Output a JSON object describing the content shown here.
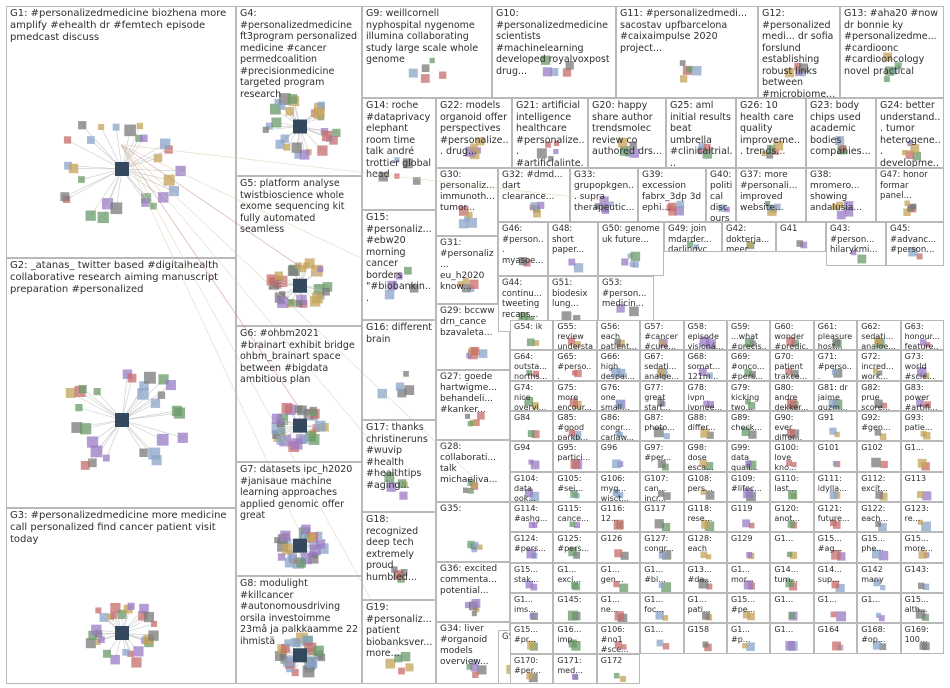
{
  "groups": [
    {
      "id": "G1",
      "text": "G1: #personalizedmedicine biozhena more amplify #ehealth dr #femtech episode pmedcast discuss"
    },
    {
      "id": "G2",
      "text": "G2: _atanas_ twitter based #digitalhealth collaborative research aiming manuscript preparation #personalized"
    },
    {
      "id": "G3",
      "text": "G3: #personalizedmedicine more medicine call personalized find cancer patient visit today"
    },
    {
      "id": "G4",
      "text": "G4: #personalizedmedicine ft3program personalized medicine #cancer permedcoalition #precisionmedicine targeted program research"
    },
    {
      "id": "G5",
      "text": "G5: platform analyse twistbioscience whole exome sequencing kit fully automated seamless"
    },
    {
      "id": "G6",
      "text": "G6: #ohbm2021 #brainart exhibit bridge ohbm_brainart space between #bigdata ambitious plan"
    },
    {
      "id": "G7",
      "text": "G7: datasets ipc_h2020 #janisaue machine learning approaches applied genomic offer great"
    },
    {
      "id": "G8",
      "text": "G8: modulight #killcancer #autonomousdriving orsila investoimme 23mâ ja palkkaamme 22 ihmistä"
    },
    {
      "id": "G9",
      "text": "G9: weillcornell nyphospital nygenome illumina collaborating study large scale whole genome"
    },
    {
      "id": "G10",
      "text": "G10: #personalizedmedicine scientists #machinelearning developed royalvoxpost drug..."
    },
    {
      "id": "G11",
      "text": "G11: #personalizedmedi... sacostav upfbarcelona #caixaimpulse 2020 project..."
    },
    {
      "id": "G12",
      "text": "G12: #personalizedmedi... dr sofia forslund establishing robust links between #microbiome..."
    },
    {
      "id": "G13",
      "text": "G13: #aha20 #now dr bonnie ky #personalizedme... #cardioonc #cardiooncology novel practical"
    },
    {
      "id": "G14",
      "text": "G14: roche #dataprivacy elephant room time talk andré trottier global head"
    },
    {
      "id": "G15",
      "text": "G15: #personaliz... #ebw20 morning cancer borders \"#biobankin..."
    },
    {
      "id": "G16",
      "text": "G16: different brain"
    },
    {
      "id": "G17",
      "text": "G17: thanks christineruns #wuvip #health #healthtips #aging..."
    },
    {
      "id": "G18",
      "text": "G18: recognized deep tech extremely proud humbled..."
    },
    {
      "id": "G19",
      "text": "G19: #personaliz... patient biobanksver... more..."
    },
    {
      "id": "G20",
      "text": "G20: happy share author trendsmolec review co authored drs..."
    },
    {
      "id": "G21",
      "text": "G21: artificial intelligence healthcare #personalize... #artificialinte..."
    },
    {
      "id": "G22",
      "text": "G22: models organoid offer perspectives #personalize... drug..."
    },
    {
      "id": "G23",
      "text": "G23: body chips used academic bodies companies..."
    },
    {
      "id": "G24",
      "text": "G24: better understand... tumor heterogene... developme..."
    },
    {
      "id": "G25",
      "text": "G25: aml initial results beat umbrella #clinicaltrial..."
    },
    {
      "id": "G26",
      "text": "G26: 10 health care quality improveme... trends..."
    },
    {
      "id": "G27",
      "text": "G27: goede hartwigme... behandeli... #kanker..."
    },
    {
      "id": "G28",
      "text": "G28: collaborati... talk michaeliva..."
    },
    {
      "id": "G29",
      "text": "G29: bccww drn_cance bzavaleta..."
    },
    {
      "id": "G30",
      "text": "G30: personaliz... immunoth... tumor..."
    },
    {
      "id": "G31",
      "text": "G31: #personaliz... eu_h2020 know..."
    },
    {
      "id": "G32",
      "text": "G32: #dmd... dart clearance..."
    },
    {
      "id": "G33",
      "text": "G33: grupopkgen... supra therapeutic..."
    },
    {
      "id": "G34",
      "text": "G34: liver #organoid models overview..."
    },
    {
      "id": "G35",
      "text": "G35:"
    },
    {
      "id": "G36",
      "text": "G36: excited commenta... potential..."
    },
    {
      "id": "G37",
      "text": "G37: more #personali... improved website..."
    },
    {
      "id": "G38",
      "text": "G38: mromero... showing andalusia..."
    },
    {
      "id": "G39",
      "text": "G39: excession fabrx_3dp 3d ephi..."
    },
    {
      "id": "G40",
      "text": "G40: political discourses #sundpol..."
    },
    {
      "id": "G41",
      "text": "G41"
    },
    {
      "id": "G42",
      "text": "G42: dokterja... meer..."
    },
    {
      "id": "G43",
      "text": "G43: #person... hilarykmi..."
    },
    {
      "id": "G44",
      "text": "G44: continu... tweeting recaps..."
    },
    {
      "id": "G45",
      "text": "G45: #advanc... #person..."
    },
    {
      "id": "G46",
      "text": "G46: #person... myasoe..."
    },
    {
      "id": "G47",
      "text": "G47: honor formar panel..."
    },
    {
      "id": "G48",
      "text": "G48: short paper..."
    },
    {
      "id": "G49",
      "text": "G49: join mdarder... darlingvc..."
    },
    {
      "id": "G50",
      "text": "G50: genome uk future..."
    },
    {
      "id": "G51",
      "text": "G51: biodesix lung..."
    },
    {
      "id": "G52",
      "text": "G52"
    },
    {
      "id": "G53",
      "text": "G53: #person... medicin..."
    },
    {
      "id": "G54",
      "text": "G54: ik"
    },
    {
      "id": "G55",
      "text": "G55: review understa..."
    },
    {
      "id": "G56",
      "text": "G56: each patient..."
    },
    {
      "id": "G57",
      "text": "G57: #cancer #cure..."
    },
    {
      "id": "G58",
      "text": "G58: episode visioná..."
    },
    {
      "id": "G59",
      "text": "G59: ...what #precis..."
    },
    {
      "id": "G60",
      "text": "G60: wonder #predic..."
    },
    {
      "id": "G61",
      "text": "G61: pleasure host..."
    },
    {
      "id": "G62",
      "text": "G62: sedati... analge..."
    },
    {
      "id": "G63",
      "text": "G63: honour... feature..."
    },
    {
      "id": "G64",
      "text": "G64: outsta... norths..."
    },
    {
      "id": "G65",
      "text": "G65: #perso... martin..."
    },
    {
      "id": "G66",
      "text": "G66: high despai..."
    },
    {
      "id": "G67",
      "text": "G67: sedati... analge..."
    },
    {
      "id": "G68",
      "text": "G68: somat... 121m..."
    },
    {
      "id": "G69",
      "text": "G69: #onco... #pers..."
    },
    {
      "id": "G70",
      "text": "G70: patient trakce..."
    },
    {
      "id": "G71",
      "text": "G71: #perso... #rared..."
    },
    {
      "id": "G72",
      "text": "G72: incred... work..."
    },
    {
      "id": "G73",
      "text": "G73: world #scie..."
    },
    {
      "id": "G74",
      "text": "G74: nice overvi..."
    },
    {
      "id": "G75",
      "text": "G75: more encour..."
    },
    {
      "id": "G76",
      "text": "G76: one small..."
    },
    {
      "id": "G77",
      "text": "G77: great start..."
    },
    {
      "id": "G78",
      "text": "G78: ivpn ivpnee..."
    },
    {
      "id": "G79",
      "text": "G79: kicking two..."
    },
    {
      "id": "G80",
      "text": "G80: andre dekker..."
    },
    {
      "id": "G81",
      "text": "G81: dr jaime guzm..."
    },
    {
      "id": "G82",
      "text": "G82: prue score..."
    },
    {
      "id": "G83",
      "text": "G83: power #artifi..."
    },
    {
      "id": "G84",
      "text": "G84"
    },
    {
      "id": "G85",
      "text": "G85: #good parkb..."
    },
    {
      "id": "G86",
      "text": "G86: congr... carlaw..."
    },
    {
      "id": "G87",
      "text": "G87: photo..."
    },
    {
      "id": "G88",
      "text": "G88: differ..."
    },
    {
      "id": "G89",
      "text": "G89: check..."
    },
    {
      "id": "G90",
      "text": "G90: ever differ..."
    },
    {
      "id": "G91",
      "text": "G91"
    },
    {
      "id": "G92",
      "text": "G92: #gen..."
    },
    {
      "id": "G93",
      "text": "G93: patie..."
    },
    {
      "id": "G94",
      "text": "G94"
    },
    {
      "id": "G95",
      "text": "G95: partici..."
    },
    {
      "id": "G96",
      "text": "G96"
    },
    {
      "id": "G97",
      "text": "G97: #per..."
    },
    {
      "id": "G98",
      "text": "G98: dose esca..."
    },
    {
      "id": "G99",
      "text": "G99: data quali..."
    },
    {
      "id": "G100",
      "text": "G100: love kno..."
    },
    {
      "id": "G101",
      "text": "G101"
    },
    {
      "id": "G102",
      "text": "G102"
    },
    {
      "id": "G103",
      "text": "G1..."
    },
    {
      "id": "G104",
      "text": "G104: data ook..."
    },
    {
      "id": "G105",
      "text": "G105: #sei..."
    },
    {
      "id": "G106",
      "text": "G106: myg... wisct..."
    },
    {
      "id": "G107",
      "text": "G107: can... incr..."
    },
    {
      "id": "G108",
      "text": "G108: pers..."
    },
    {
      "id": "G109",
      "text": "G109: #lifec..."
    },
    {
      "id": "G110",
      "text": "G110: last..."
    },
    {
      "id": "G111",
      "text": "G111: idylla..."
    },
    {
      "id": "G112",
      "text": "G112: excit..."
    },
    {
      "id": "G113",
      "text": "G113"
    },
    {
      "id": "G114",
      "text": "G114: #ashg..."
    },
    {
      "id": "G115",
      "text": "G115: cance..."
    },
    {
      "id": "G116",
      "text": "G116: 12..."
    },
    {
      "id": "G117",
      "text": "G117"
    },
    {
      "id": "G118",
      "text": "G118: rese..."
    },
    {
      "id": "G119",
      "text": "G119"
    },
    {
      "id": "G120",
      "text": "G120: anot..."
    },
    {
      "id": "G121",
      "text": "G121: future..."
    },
    {
      "id": "G122",
      "text": "G122: each..."
    },
    {
      "id": "G123",
      "text": "G123: re..."
    },
    {
      "id": "G124",
      "text": "G124: #pers..."
    },
    {
      "id": "G125",
      "text": "G125: #pers..."
    },
    {
      "id": "G126",
      "text": "G126"
    },
    {
      "id": "G127",
      "text": "G127: congr..."
    },
    {
      "id": "G128",
      "text": "G128: each"
    },
    {
      "id": "G129",
      "text": "G129"
    },
    {
      "id": "G130",
      "text": "G1..."
    },
    {
      "id": "G131",
      "text": "G15... #ag..."
    },
    {
      "id": "G132",
      "text": "G15... phe..."
    },
    {
      "id": "G133",
      "text": "G15... more..."
    },
    {
      "id": "G134",
      "text": "G15... stak..."
    },
    {
      "id": "G135",
      "text": "G1... exci..."
    },
    {
      "id": "G136",
      "text": "G1... gen..."
    },
    {
      "id": "G137",
      "text": "G1... #bi..."
    },
    {
      "id": "G138",
      "text": "G13... #da..."
    },
    {
      "id": "G139",
      "text": "G1... mor..."
    },
    {
      "id": "G140",
      "text": "G14... tum..."
    },
    {
      "id": "G141",
      "text": "G14... sup..."
    },
    {
      "id": "G142",
      "text": "G142 many"
    },
    {
      "id": "G143",
      "text": "G143:"
    },
    {
      "id": "G144",
      "text": "G1... ims..."
    },
    {
      "id": "G145",
      "text": "G145:"
    },
    {
      "id": "G146",
      "text": "G1... ne..."
    },
    {
      "id": "G147",
      "text": "G1... foc..."
    },
    {
      "id": "G148",
      "text": "G1... pati..."
    },
    {
      "id": "G149",
      "text": "G15... #pe..."
    },
    {
      "id": "G150",
      "text": "G1..."
    },
    {
      "id": "G151",
      "text": "G1..."
    },
    {
      "id": "G152",
      "text": "G1..."
    },
    {
      "id": "G153",
      "text": "G15... alth..."
    },
    {
      "id": "G154",
      "text": "G15... #pr..."
    },
    {
      "id": "G155",
      "text": "G16... imp..."
    },
    {
      "id": "G156",
      "text": "G106: #no1 #sce..."
    },
    {
      "id": "G157",
      "text": "G1..."
    },
    {
      "id": "G158",
      "text": "G158"
    },
    {
      "id": "G159",
      "text": "G1... #p..."
    },
    {
      "id": "G160",
      "text": "G1..."
    },
    {
      "id": "G164",
      "text": "G164"
    },
    {
      "id": "G168",
      "text": "G168: #op..."
    },
    {
      "id": "G169",
      "text": "G169: 100..."
    },
    {
      "id": "G170",
      "text": "G170: #per..."
    },
    {
      "id": "G171",
      "text": "G171: med..."
    },
    {
      "id": "G172",
      "text": "G172"
    }
  ]
}
